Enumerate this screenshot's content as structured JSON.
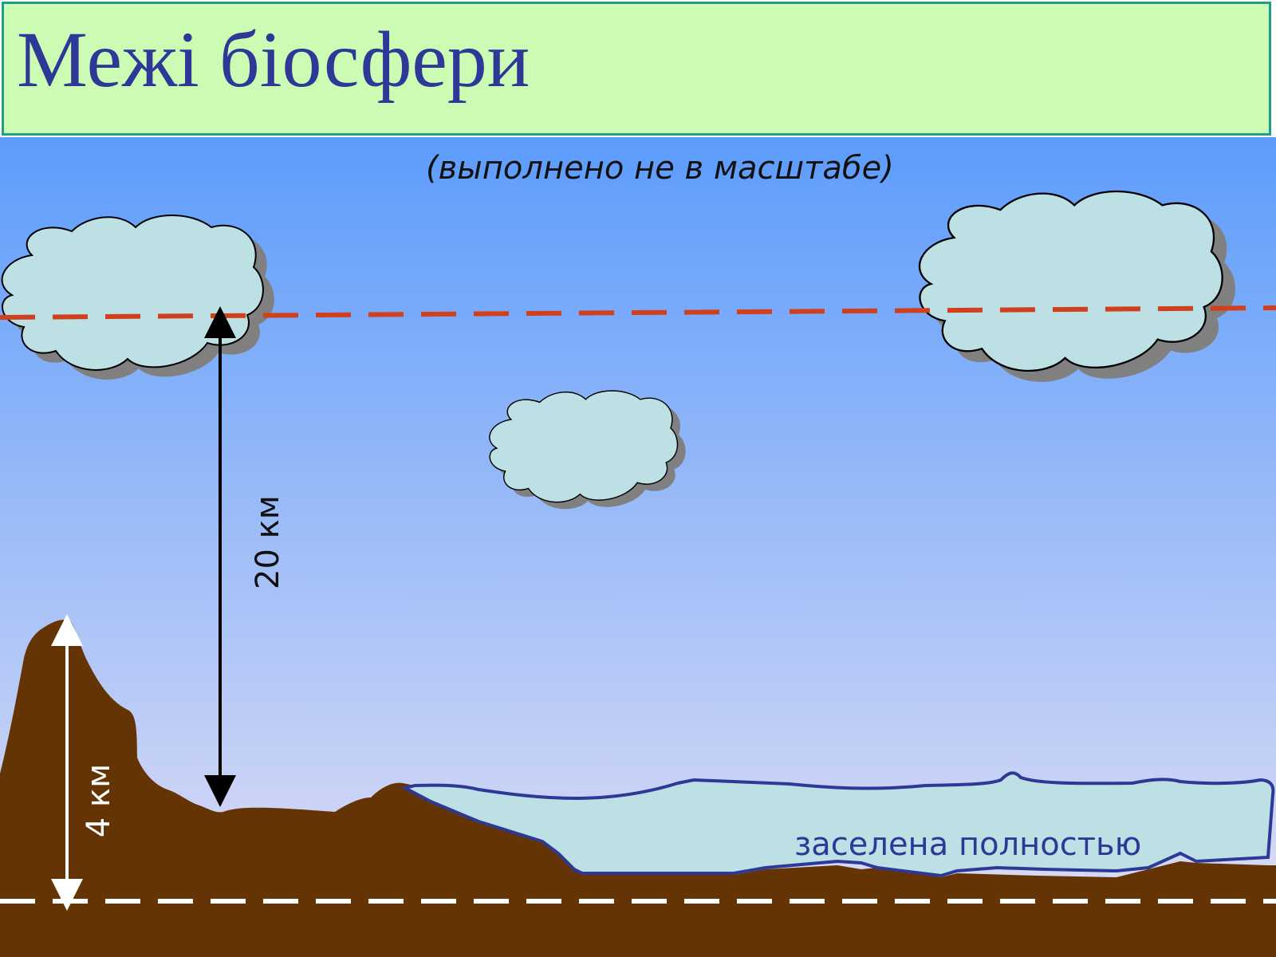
{
  "title": "Межі біосфери",
  "note": "(выполнено не в масштабе)",
  "labels": {
    "atmosphere_height": "20 км",
    "land_depth": "4 км",
    "ocean": "заселена полностью"
  },
  "colors": {
    "title_background": "#ccfcb4",
    "title_border": "#1e9c8c",
    "title_text": "#2e3896",
    "sky_top": "#5c9cfc",
    "sky_bottom": "#e4e0f4",
    "cloud_fill": "#bce0e4",
    "cloud_shadow": "#808080",
    "ground": "#643404",
    "water": "#bce0e4",
    "water_outline": "#2e3896",
    "upper_boundary": "#d0401c",
    "lower_boundary": "#ffffff"
  }
}
